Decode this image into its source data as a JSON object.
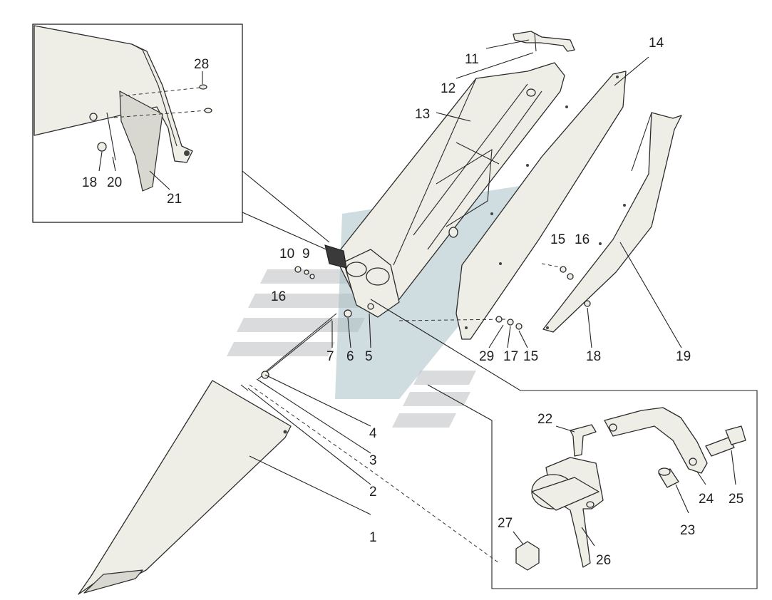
{
  "diagram": {
    "callouts": [
      "1",
      "2",
      "3",
      "4",
      "5",
      "6",
      "7",
      "9",
      "10",
      "11",
      "12",
      "13",
      "14",
      "15",
      "16",
      "17",
      "18",
      "19",
      "20",
      "21",
      "22",
      "23",
      "24",
      "25",
      "26",
      "27",
      "28",
      "29"
    ],
    "insets": {
      "top_left": {
        "callouts": [
          "28",
          "18",
          "20",
          "21"
        ]
      },
      "bottom_right": {
        "callouts": [
          "22",
          "23",
          "24",
          "25",
          "26",
          "27"
        ]
      }
    },
    "main": {
      "callouts": [
        "1",
        "2",
        "3",
        "4",
        "5",
        "6",
        "7",
        "9",
        "10",
        "11",
        "12",
        "13",
        "14",
        "15",
        "16",
        "17",
        "18",
        "19",
        "29"
      ]
    }
  },
  "colors": {
    "part_fill": "#eeede6",
    "outline": "#2b2b2b",
    "watermark_grey": "#b9bdbf",
    "watermark_blue": "#a7c0c6"
  }
}
